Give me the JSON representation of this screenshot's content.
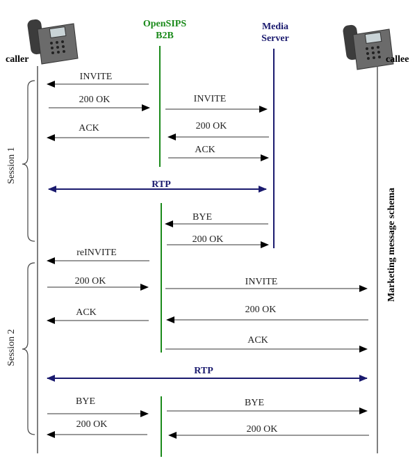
{
  "participants": {
    "caller": "caller",
    "b2b_line1": "OpenSIPS",
    "b2b_line2": "B2B",
    "media_line1": "Media",
    "media_line2": "Server",
    "callee": "callee"
  },
  "sessions": {
    "session1": "Session 1",
    "session2": "Session 2"
  },
  "side_note": "Marketing message schema",
  "colors": {
    "b2b": "#1a8a1a",
    "media": "#1a1a6e",
    "rtp": "#1a1a6e",
    "arrow": "#000000",
    "line": "#555555"
  },
  "messages": {
    "m1": "INVITE",
    "m2": "200 OK",
    "m3": "INVITE",
    "m4": "ACK",
    "m5": "200 OK",
    "m6": "ACK",
    "m7": "RTP",
    "m8": "BYE",
    "m9": "200 OK",
    "m10": "reINVITE",
    "m11": "200 OK",
    "m12": "INVITE",
    "m13": "ACK",
    "m14": "200 OK",
    "m15": "ACK",
    "m16": "RTP",
    "m17": "BYE",
    "m18": "BYE",
    "m19": "200 OK",
    "m20": "200 OK"
  }
}
